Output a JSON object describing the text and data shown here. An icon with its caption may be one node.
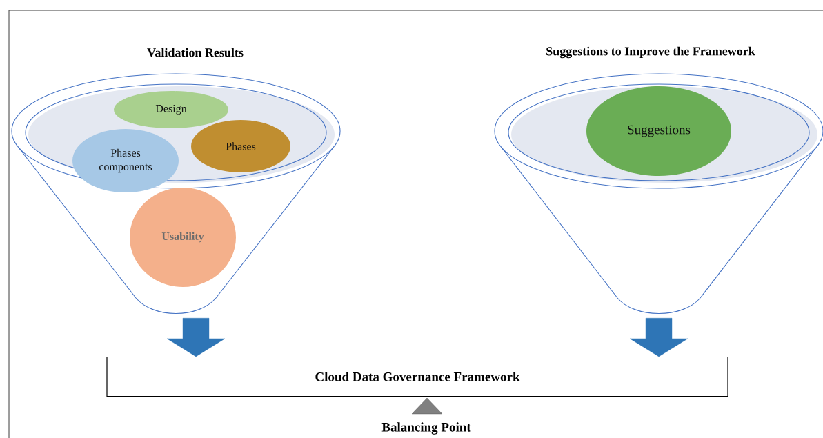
{
  "diagram": {
    "nodes": [
      {
        "text": [
          "Validation Results"
        ]
      },
      {
        "text": [
          "Design"
        ],
        "in": 0
      },
      {
        "text": [
          "Phases components"
        ],
        "in": 0
      },
      {
        "text": [
          "Phases"
        ],
        "in": 0
      },
      {
        "text": [
          "Usability"
        ],
        "in": 0
      },
      {
        "text": [
          "Suggestions to Improve the Framework"
        ]
      },
      {
        "text": [
          "Suggestions"
        ],
        "in": 5
      },
      {
        "text": [
          "Cloud Data Governance Framework"
        ]
      }
    ],
    "edges": [
      {
        "from": 0,
        "to": 7,
        "arrow": "to"
      },
      {
        "from": 5,
        "to": 7,
        "arrow": "to"
      }
    ],
    "labels": [
      "Balancing Point"
    ]
  }
}
